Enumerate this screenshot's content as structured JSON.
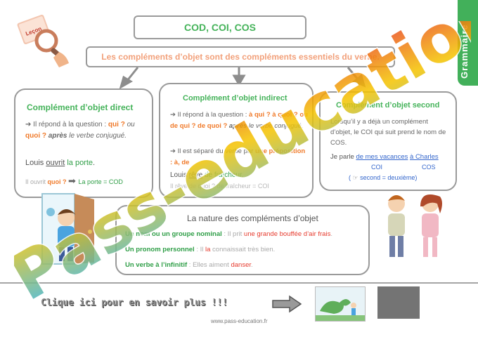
{
  "header": {
    "title": "COD, COI, COS",
    "subtitle": "Les compléments d’objet sont des compléments essentiels du verbe.",
    "tab_label": "Grammaire",
    "lesson_badge": "Leçon"
  },
  "cod": {
    "title": "Complément d’objet direct",
    "rule_a": "Il répond à la question : ",
    "q1": "qui ?",
    "ou": " ou ",
    "q2": "quoi ?",
    "apres": " après",
    "rule_b": " le verbe conjugué.",
    "ex_a": "Louis ",
    "ex_verb": "ouvrit",
    "ex_sp": " ",
    "ex_obj": "la porte",
    "ex_end": ".",
    "q_line_a": "Il ouvrit ",
    "q_line_b": "quoi ?",
    "q_line_c": "La porte = COD"
  },
  "coi": {
    "title": "Complément d’objet indirect",
    "rule1_a": "Il répond à la question : ",
    "q1": "à qui ? à quoi ? ou de qui ? de quoi ?",
    "apres": " après",
    "rule1_b": " le verbe conjugué.",
    "rule2_a": "Il est séparé du verbe par ",
    "rule2_b": "une préposition : à, de",
    "ex_a": "Louis ",
    "ex_verb": "rêve",
    "ex_b": " de fraîcheur",
    "ex_end": ".",
    "q_line": "Il rêve de quoi ? de fraîcheur = COI"
  },
  "cos": {
    "title": "Complément d’objet second",
    "rule": "Lorsqu’il y a déjà un complément d’objet, le COI qui suit prend le nom de COS.",
    "ex_a": "Je parle ",
    "ex_coi": "de mes vacances",
    "ex_sp": " ",
    "ex_cos": "à Charles",
    "lab_coi": "COI",
    "lab_cos": "COS",
    "note_a": "( ",
    "note_b": "second = deuxième)"
  },
  "nature": {
    "title": "La nature des compléments d’objet",
    "l1_a": "Un nom ou un groupe nominal",
    "l1_b": " : Il prit ",
    "l1_c": "une grande bouffée d’air frais",
    "l1_d": ".",
    "l2_a": "Un pronom personnel",
    "l2_b": " : Il ",
    "l2_c": "la",
    "l2_d": " connaissait très bien.",
    "l3_a": "Un verbe à l’infinitif",
    "l3_b": " : Elles aiment ",
    "l3_c": "danser",
    "l3_d": "."
  },
  "footer": {
    "cta": "Clique ici pour en savoir plus !!!",
    "url": "www.pass-education.fr"
  },
  "watermark": "Pass-education",
  "colors": {
    "green": "#45b35a",
    "orange": "#f07a2a",
    "red": "#e63b2e",
    "watermark_start": "#2bb3e8",
    "watermark_mid": "#f5c400",
    "watermark_end": "#e8212b"
  },
  "icons": [
    "magnifier-book-icon",
    "arrow-right-icon",
    "hand-pointer-icon",
    "boy-door-illustration",
    "kids-illustration",
    "dinosaur-thumbnail",
    "video-thumbnail"
  ]
}
